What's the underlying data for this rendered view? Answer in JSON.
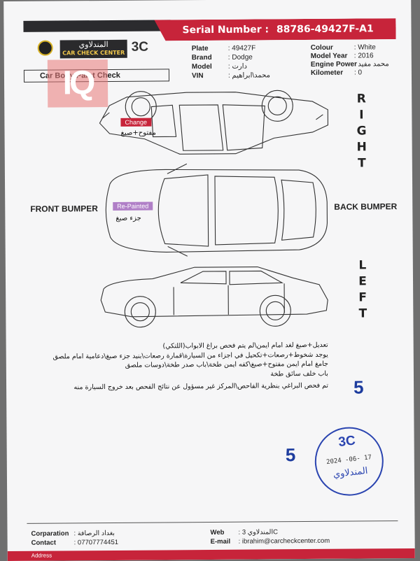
{
  "header": {
    "serial_label": "Serial Number :",
    "serial_value": "88786-49427F-A1",
    "logo_ar": "المندلاوي",
    "logo_en": "CAR CHECK CENTER",
    "logo_3c": "3C"
  },
  "vehicle": {
    "plate_label": "Plate",
    "plate_value": ": 49427F",
    "brand_label": "Brand",
    "brand_value": ": Dodge",
    "model_label": "Model",
    "model_value": ": دارت",
    "vin_label": "VIN",
    "vin_value": ": محمد\\ابراهيم",
    "colour_label": "Colour",
    "colour_value": ": White",
    "year_label": "Model Year",
    "year_value": ": 2016",
    "engine_label": "Engine Power",
    "engine_value": ": محمد مفيد",
    "km_label": "Kilometer",
    "km_value": ": 0"
  },
  "section_title": "Car Body/Paint Check",
  "watermark": "IQ",
  "diagram": {
    "right_letters": [
      "R",
      "I",
      "G",
      "H",
      "T"
    ],
    "left_letters": [
      "L",
      "E",
      "F",
      "T"
    ],
    "front_bumper": "FRONT BUMPER",
    "back_bumper": "BACK BUMPER",
    "tag_change": "Change",
    "tag_change_note": "مفتوح+صبغ",
    "tag_repainted": "Re-Painted",
    "tag_repainted_note": "جزء صبغ",
    "tag_colors": {
      "change": "#c7243a",
      "repainted": "#b07fc7"
    }
  },
  "notes": [
    "تعديل+صبغ لغد امام ايمن\\لم يتم فحص براغ الابواب(اللتكي)",
    "يوجد شخوط+رصعات+تكحيل في اجزاء من السيارة\\قمارة رصعات\\بنيد جزء صبغ\\دعامية امام ملصق",
    "جامغ امام ايمن مفتوح+صبغ\\كفه ايمن طخة\\باب صدر طخة\\دوسات ملصق",
    "باب خلف سائق طخة",
    "تم فحص البراغي بنظرية الفاحص\\المركز غير مسؤول عن نتائج الفحص بعد خروج السيارة منه"
  ],
  "handwritten_number_1": "5",
  "handwritten_number_2": "5",
  "stamp": {
    "title": "3C",
    "date": "2024 -06- 17",
    "name": "المندلاوي"
  },
  "footer": {
    "corp_label": "Corparation",
    "corp_value": ": بغداد الرصافة",
    "contact_label": "Contact",
    "contact_value": ": 07707774451",
    "web_label": "Web",
    "web_value": ": المندلاوي 3C",
    "email_label": "E-mail",
    "email_value": ": ibrahim@carcheckcenter.com",
    "address_label": "Address"
  },
  "colors": {
    "accent_red": "#c7243a",
    "dark": "#2b2b2e",
    "stamp_blue": "#2a44b0"
  }
}
